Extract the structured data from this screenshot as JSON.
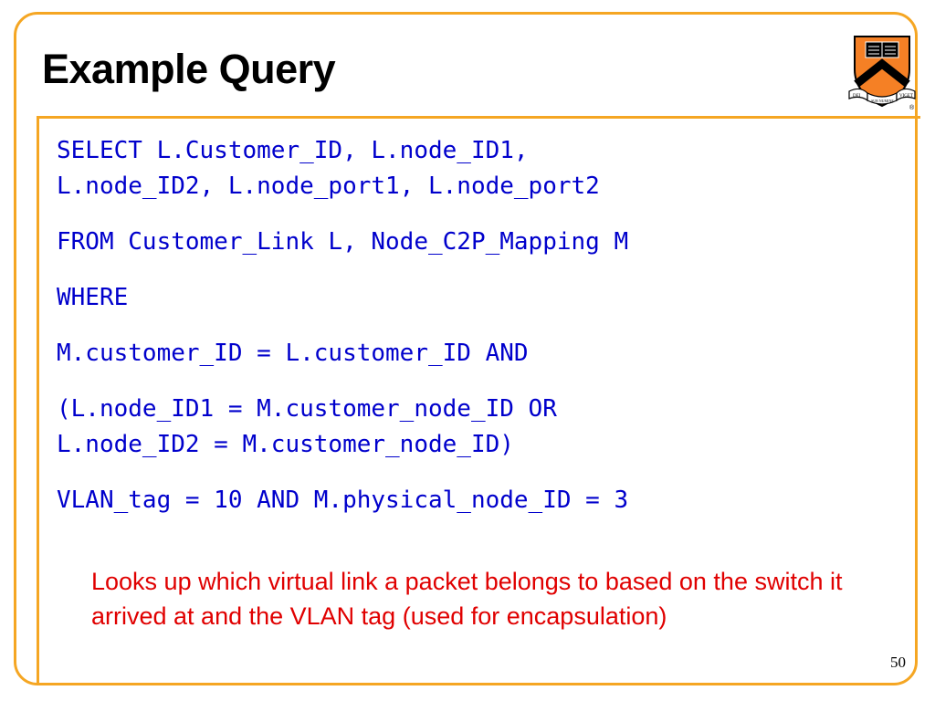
{
  "slide": {
    "title": "Example Query",
    "code_lines": [
      "SELECT L.Customer_ID, L.node_ID1,",
      "L.node_ID2, L.node_port1, L.node_port2",
      "FROM Customer_Link L, Node_C2P_Mapping M",
      "WHERE",
      "M.customer_ID = L.customer_ID AND",
      "(L.node_ID1 = M.customer_node_ID OR",
      "L.node_ID2 = M.customer_node_ID)",
      "VLAN_tag = 10 AND M.physical_node_ID = 3"
    ],
    "note": "Looks up which virtual link a packet belongs to based on the switch it arrived at and the VLAN tag (used for encapsulation)",
    "page_number": "50"
  },
  "logo": {
    "icon": "princeton-shield-icon",
    "motto_left": "DEI",
    "motto_center": "SUB NUMINE",
    "motto_right": "VIGET",
    "registered_mark": "®"
  },
  "colors": {
    "accent": "#f5a623",
    "code": "#0000cc",
    "note": "#e00000",
    "shield_orange": "#f58025",
    "shield_black": "#000000"
  }
}
